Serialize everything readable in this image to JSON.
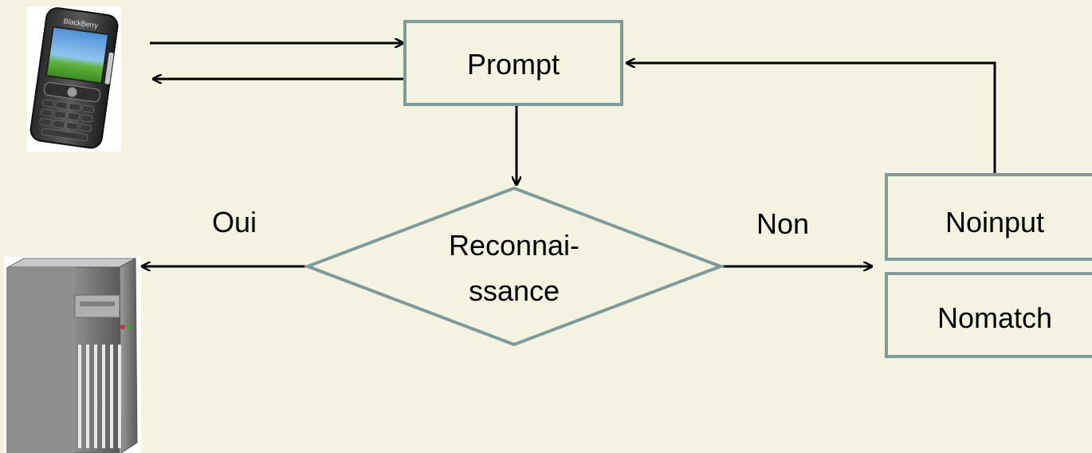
{
  "diagram": {
    "nodes": {
      "prompt": "Prompt",
      "recognition_line1": "Reconnai-",
      "recognition_line2": "ssance",
      "noinput": "Noinput",
      "nomatch": "Nomatch"
    },
    "edge_labels": {
      "yes": "Oui",
      "no": "Non"
    },
    "icons": {
      "phone": "smartphone-icon",
      "server": "server-tower-icon"
    },
    "phone_brand": "BlackBerry"
  },
  "colors": {
    "background": "#f4f2e0",
    "node_fill": "#f4f2e0",
    "node_stroke": "#7f9a9b",
    "arrow": "#000000"
  }
}
